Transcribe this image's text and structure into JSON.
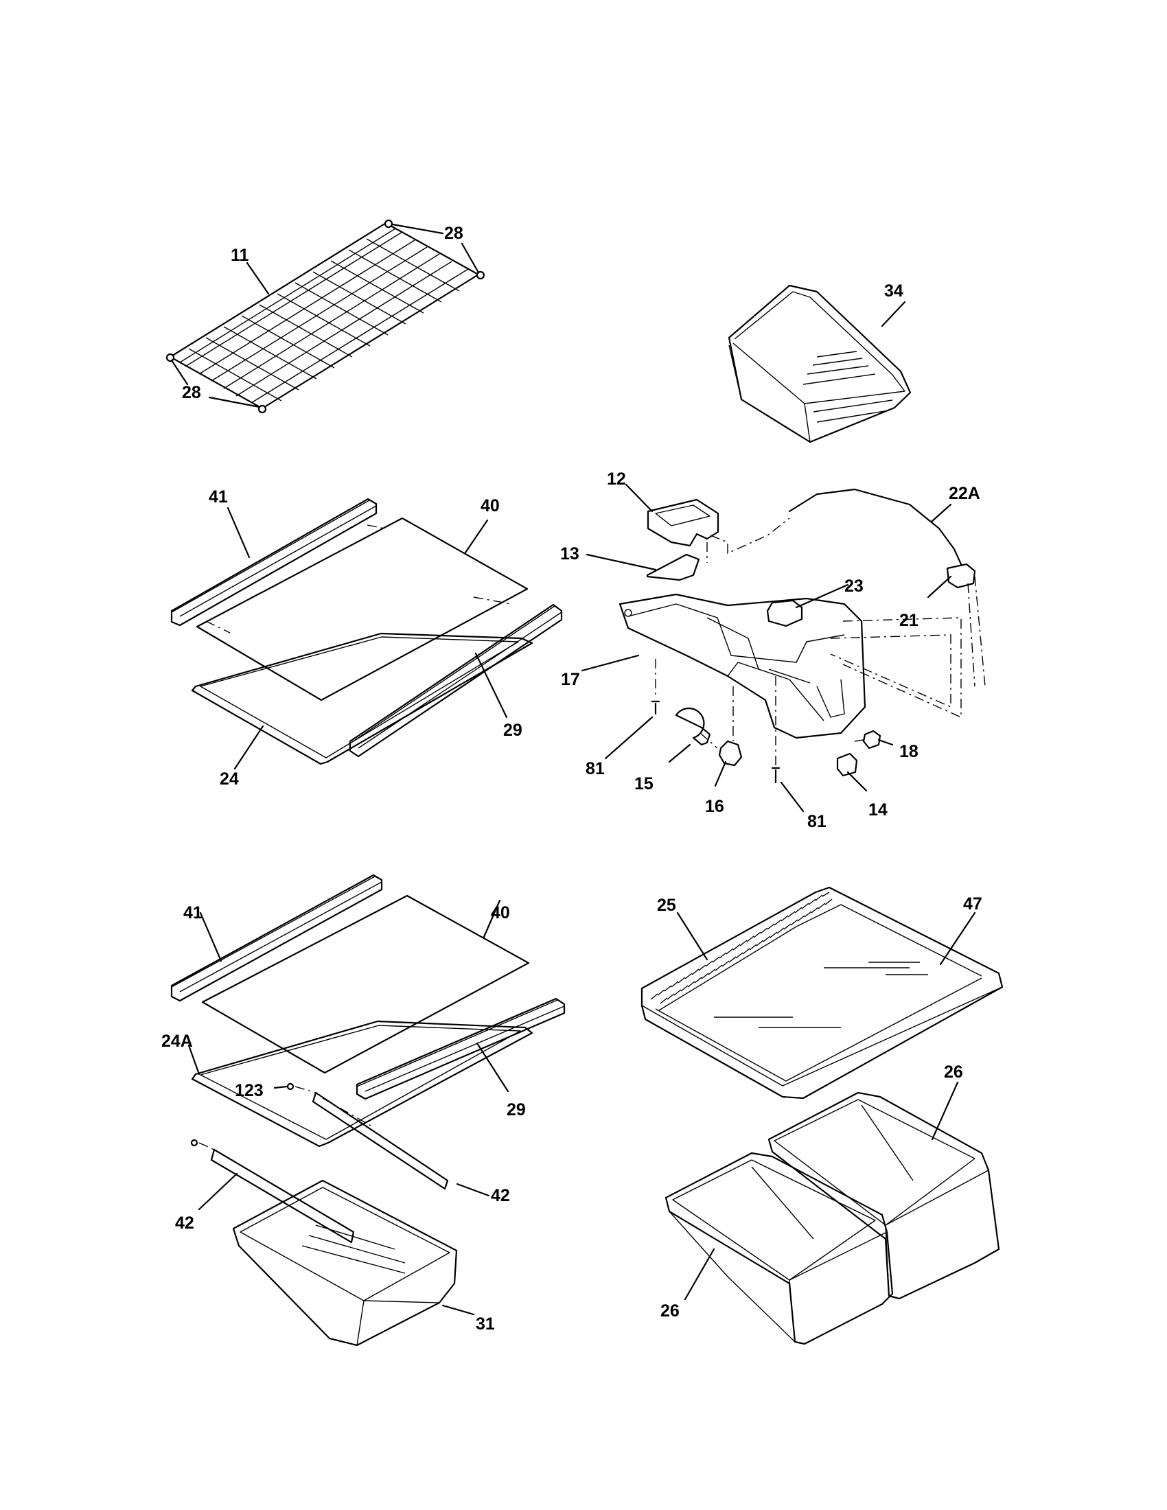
{
  "callouts": [
    {
      "id": "c11",
      "text": "11"
    },
    {
      "id": "c28a",
      "text": "28"
    },
    {
      "id": "c28b",
      "text": "28"
    },
    {
      "id": "c34",
      "text": "34"
    },
    {
      "id": "c41a",
      "text": "41"
    },
    {
      "id": "c40a",
      "text": "40"
    },
    {
      "id": "c29a",
      "text": "29"
    },
    {
      "id": "c24",
      "text": "24"
    },
    {
      "id": "c12",
      "text": "12"
    },
    {
      "id": "c13",
      "text": "13"
    },
    {
      "id": "c22A",
      "text": "22A"
    },
    {
      "id": "c23",
      "text": "23"
    },
    {
      "id": "c21",
      "text": "21"
    },
    {
      "id": "c17",
      "text": "17"
    },
    {
      "id": "c81a",
      "text": "81"
    },
    {
      "id": "c15",
      "text": "15"
    },
    {
      "id": "c16",
      "text": "16"
    },
    {
      "id": "c81b",
      "text": "81"
    },
    {
      "id": "c14",
      "text": "14"
    },
    {
      "id": "c18",
      "text": "18"
    },
    {
      "id": "c41b",
      "text": "41"
    },
    {
      "id": "c40b",
      "text": "40"
    },
    {
      "id": "c24A",
      "text": "24A"
    },
    {
      "id": "c123",
      "text": "123"
    },
    {
      "id": "c29b",
      "text": "29"
    },
    {
      "id": "c42a",
      "text": "42"
    },
    {
      "id": "c42b",
      "text": "42"
    },
    {
      "id": "c31",
      "text": "31"
    },
    {
      "id": "c25",
      "text": "25"
    },
    {
      "id": "c47",
      "text": "47"
    },
    {
      "id": "c26a",
      "text": "26"
    },
    {
      "id": "c26b",
      "text": "26"
    }
  ]
}
